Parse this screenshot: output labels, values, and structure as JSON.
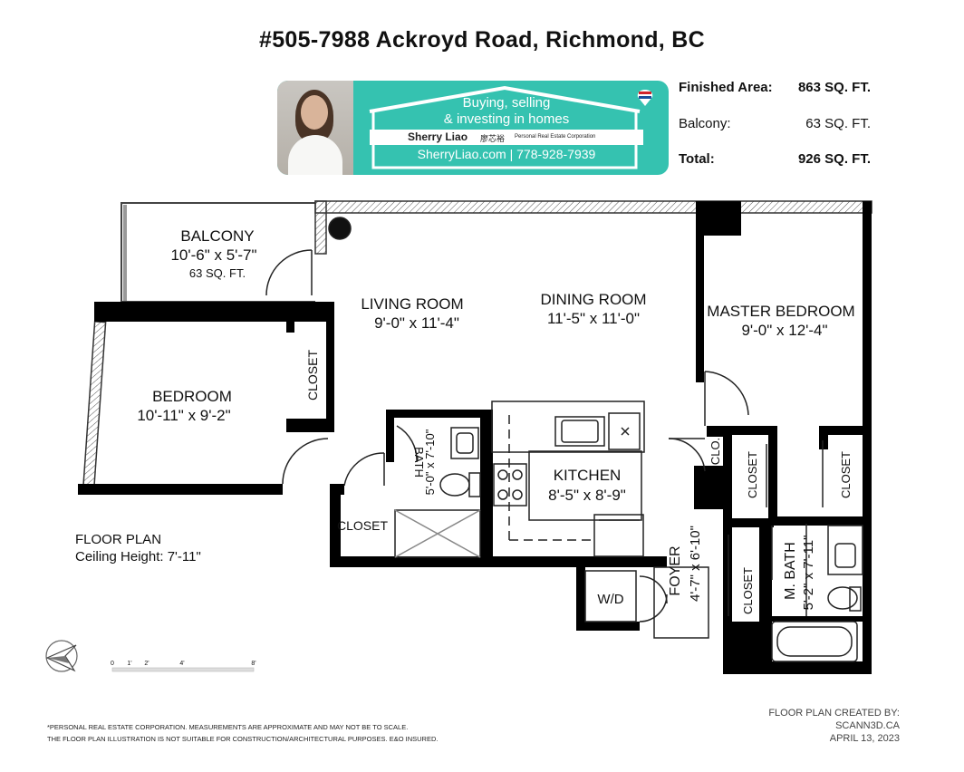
{
  "title": "#505-7988 Ackroyd Road, Richmond, BC",
  "banner": {
    "slogan_line1": "Buying, selling",
    "slogan_line2": "& investing in homes",
    "agent_name": "Sherry Liao",
    "agent_chinese": "廖芯裕",
    "agent_corp": "Personal Real Estate Corporation",
    "contact": "SherryLiao.com   |   778-928-7939",
    "colors": {
      "teal": "#35c2b0",
      "white": "#ffffff",
      "remax_red": "#d2232a",
      "remax_blue": "#1b4f9c"
    }
  },
  "area": {
    "finished_label": "Finished Area:",
    "finished_value": "863 SQ. FT.",
    "balcony_label": "Balcony:",
    "balcony_value": "63 SQ. FT.",
    "total_label": "Total:",
    "total_value": "926 SQ. FT."
  },
  "rooms": {
    "balcony": {
      "name": "BALCONY",
      "dims": "10'-6\" x 5'-7\"",
      "area": "63 SQ. FT."
    },
    "living": {
      "name": "LIVING ROOM",
      "dims": "9'-0\" x 11'-4\""
    },
    "dining": {
      "name": "DINING ROOM",
      "dims": "11'-5\" x 11'-0\""
    },
    "master": {
      "name": "MASTER BEDROOM",
      "dims": "9'-0\" x 12'-4\""
    },
    "bedroom": {
      "name": "BEDROOM",
      "dims": "10'-11\" x 9'-2\""
    },
    "closet_label": "CLOSET",
    "bath": {
      "name": "BATH",
      "dims": "5'-0\" x 7'-10\""
    },
    "kitchen": {
      "name": "KITCHEN",
      "dims": "8'-5\" x 8'-9\""
    },
    "clo": "CLO.",
    "wd": "W/D",
    "foyer": {
      "name": "FOYER",
      "dims": "4'-7\" x 6'-10\""
    },
    "mbath": {
      "name": "M. BATH",
      "dims": "5'-2\" x 7'-11\""
    }
  },
  "scale": {
    "t0": "0",
    "t1": "1'",
    "t2": "2'",
    "t3": "4'",
    "t4": "8'"
  },
  "floorplan": {
    "title": "FLOOR PLAN",
    "ceiling": "Ceiling Height: 7'-11\""
  },
  "disclaimer": {
    "line1": "*PERSONAL REAL ESTATE CORPORATION. MEASUREMENTS ARE APPROXIMATE AND MAY NOT BE TO SCALE.",
    "line2": "THE FLOOR PLAN ILLUSTRATION IS NOT SUITABLE FOR CONSTRUCTION/ARCHITECTURAL PURPOSES. E&O INSURED."
  },
  "credit": {
    "line1": "FLOOR PLAN CREATED BY:",
    "line2": "SCANN3D.CA",
    "line3": "APRIL 13, 2023"
  }
}
